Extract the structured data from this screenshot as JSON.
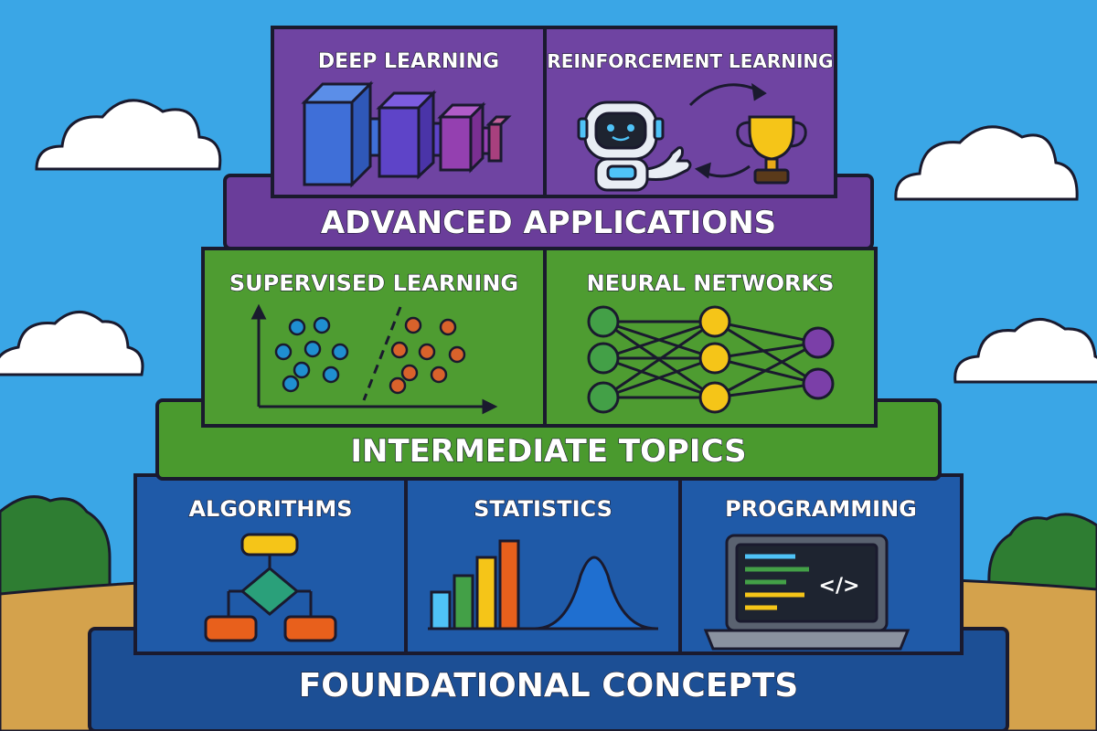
{
  "pyramid": {
    "advanced": {
      "label": "ADVANCED APPLICATIONS",
      "color": "#6a3d9a",
      "cards": [
        {
          "title": "DEEP LEARNING",
          "icon": "layered-blocks-icon"
        },
        {
          "title": "REINFORCEMENT LEARNING",
          "icon": "robot-trophy-icon"
        }
      ]
    },
    "intermediate": {
      "label": "INTERMEDIATE TOPICS",
      "color": "#4a9a2e",
      "cards": [
        {
          "title": "SUPERVISED LEARNING",
          "icon": "scatter-classification-icon"
        },
        {
          "title": "NEURAL NETWORKS",
          "icon": "neural-network-icon"
        }
      ]
    },
    "foundational": {
      "label": "FOUNDATIONAL CONCEPTS",
      "color": "#1f5aa8",
      "cards": [
        {
          "title": "ALGORITHMS",
          "icon": "flowchart-icon"
        },
        {
          "title": "STATISTICS",
          "icon": "bar-chart-bell-curve-icon"
        },
        {
          "title": "PROGRAMMING",
          "icon": "laptop-code-icon"
        }
      ]
    }
  }
}
